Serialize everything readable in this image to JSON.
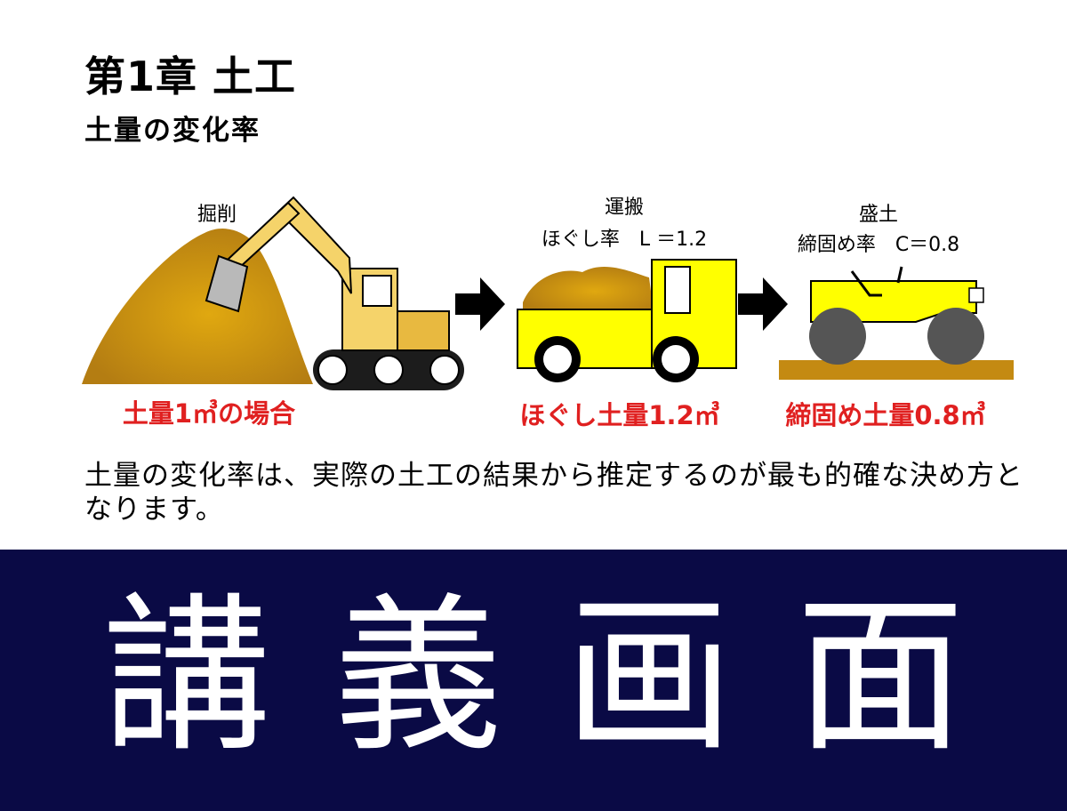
{
  "slide": {
    "title": "第1章 土工",
    "subtitle": "土量の変化率",
    "stages": [
      {
        "label": "掘削",
        "caption": "土量1㎥の場合"
      },
      {
        "label": "運搬",
        "rate": "ほぐし率　L ＝1.2",
        "caption": "ほぐし土量1.2㎥"
      },
      {
        "label": "盛土",
        "rate": "締固め率　C＝0.8",
        "caption": "締固め土量0.8㎥"
      }
    ],
    "body": "土量の変化率は、実際の土工の結果から推定するのが最も的確な決め方となります。"
  },
  "banner": {
    "text": "講義画面"
  },
  "colors": {
    "soil": "#c8900c",
    "machine_yellow": "#ffff00",
    "excavator_yellow": "#f5d36a",
    "caption_red": "#e02020",
    "banner_bg": "#0a0a45"
  },
  "icons": [
    "excavator-icon",
    "dump-truck-icon",
    "road-roller-icon",
    "arrow-right-icon"
  ]
}
